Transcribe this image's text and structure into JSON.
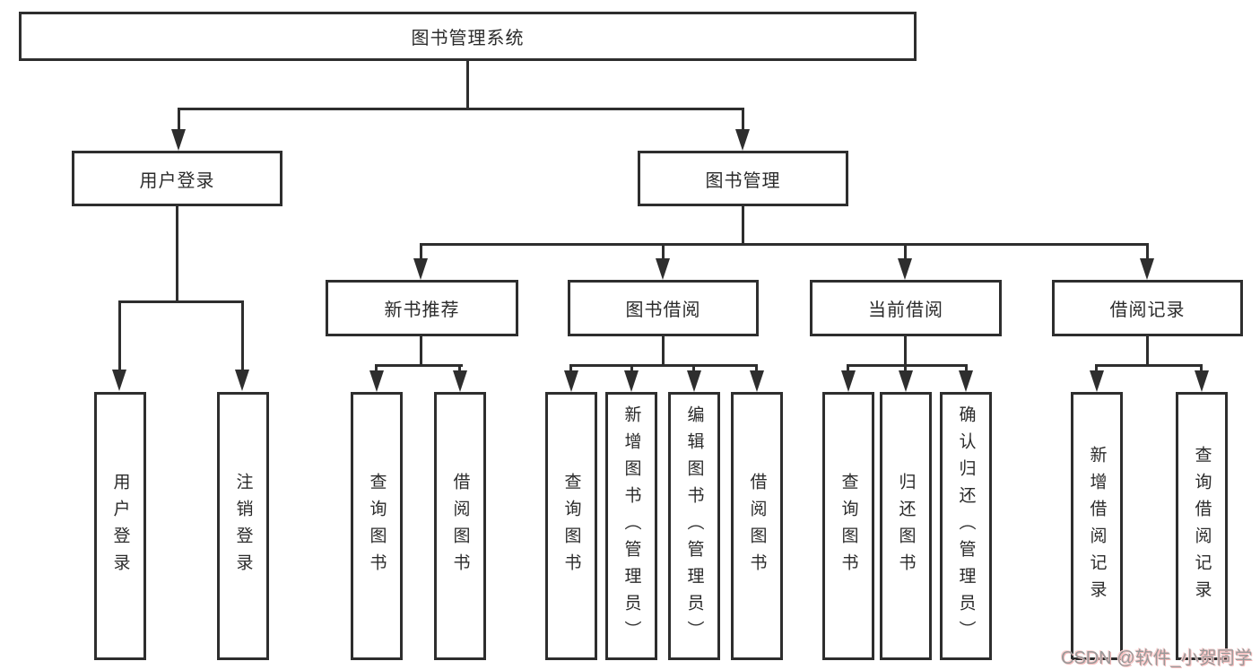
{
  "diagram": {
    "root": {
      "label": "图书管理系统"
    },
    "level2": [
      {
        "label": "用户登录"
      },
      {
        "label": "图书管理"
      }
    ],
    "level3": [
      {
        "label": "新书推荐",
        "parent": "图书管理"
      },
      {
        "label": "图书借阅",
        "parent": "图书管理"
      },
      {
        "label": "当前借阅",
        "parent": "图书管理"
      },
      {
        "label": "借阅记录",
        "parent": "图书管理"
      }
    ],
    "leaves": [
      {
        "label": "用户登录",
        "parent": "用户登录"
      },
      {
        "label": "注销登录",
        "parent": "用户登录"
      },
      {
        "label": "查询图书",
        "parent": "新书推荐"
      },
      {
        "label": "借阅图书",
        "parent": "新书推荐"
      },
      {
        "label": "查询图书",
        "parent": "图书借阅"
      },
      {
        "label": "新增图书（管理员）",
        "parent": "图书借阅"
      },
      {
        "label": "编辑图书（管理员）",
        "parent": "图书借阅"
      },
      {
        "label": "借阅图书",
        "parent": "图书借阅"
      },
      {
        "label": "查询图书",
        "parent": "当前借阅"
      },
      {
        "label": "归还图书",
        "parent": "当前借阅"
      },
      {
        "label": "确认归还（管理员）",
        "parent": "当前借阅"
      },
      {
        "label": "新增借阅记录",
        "parent": "借阅记录"
      },
      {
        "label": "查询借阅记录",
        "parent": "借阅记录"
      }
    ]
  },
  "watermark": {
    "text": "CSDN @软件_小贺同学"
  },
  "colors": {
    "line": "#2e2e2e",
    "text": "#2b2b2b",
    "background": "#ffffff",
    "watermark_gray": "#999999",
    "watermark_pink": "#f7bcbc"
  }
}
